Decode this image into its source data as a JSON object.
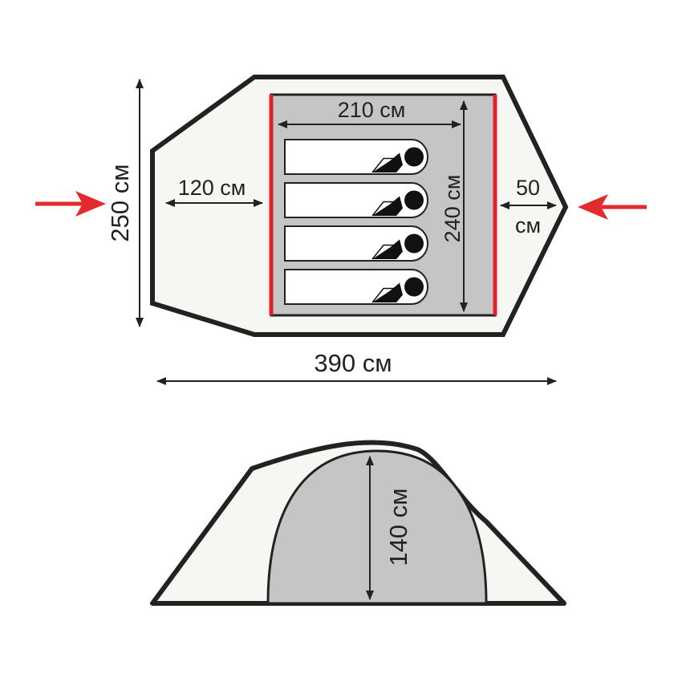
{
  "labels": {
    "inner_length": "210 см",
    "vestibule_left": "120 см",
    "vestibule_right_value": "50",
    "vestibule_right_unit": "см",
    "inner_width": "240 см",
    "total_width": "250 см",
    "total_length": "390 см",
    "height": "140 см"
  },
  "sleeping_places": 4,
  "colors": {
    "outline": "#222222",
    "fly_fill": "#f6f6f3",
    "inner_fill": "#c5c5c5",
    "door_red": "#e0212a",
    "arrow_red": "#e32b2d"
  },
  "icons": {
    "entrance_left": "red-arrow-right-icon",
    "entrance_right": "red-arrow-left-icon",
    "sleeper": "sleeping-person-icon"
  }
}
